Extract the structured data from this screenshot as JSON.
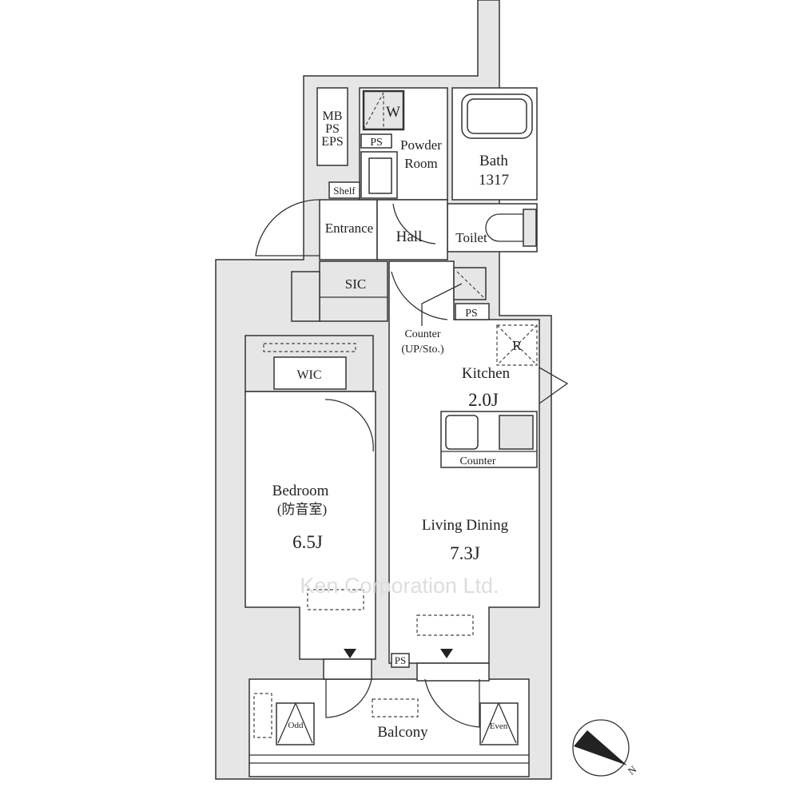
{
  "rooms": {
    "mb": [
      "MB",
      "PS",
      "EPS"
    ],
    "washer": "W",
    "ps_top": "PS",
    "powder_room": [
      "Powder",
      "Room"
    ],
    "bath": [
      "Bath",
      "1317"
    ],
    "shelf": "Shelf",
    "entrance": "Entrance",
    "hall": "Hall",
    "toilet": "Toilet",
    "sic": "SIC",
    "counter_hall": [
      "Counter",
      "(UP/Sto.)"
    ],
    "ps_kitchen": "PS",
    "fridge": "R",
    "kitchen": "Kitchen",
    "kitchen_size": "2.0J",
    "kitchen_counter": "Counter",
    "wic": "WIC",
    "bedroom": "Bedroom",
    "bedroom_note": "(防音室)",
    "bedroom_size": "6.5J",
    "living": "Living Dining",
    "living_size": "7.3J",
    "ps_bottom": "PS",
    "balcony": "Balcony",
    "odd": "Odd",
    "even": "Even"
  },
  "compass": "N",
  "watermark": "Ken Corporation Ltd.",
  "colors": {
    "wall": "#e6e6e6",
    "line": "#333333"
  }
}
